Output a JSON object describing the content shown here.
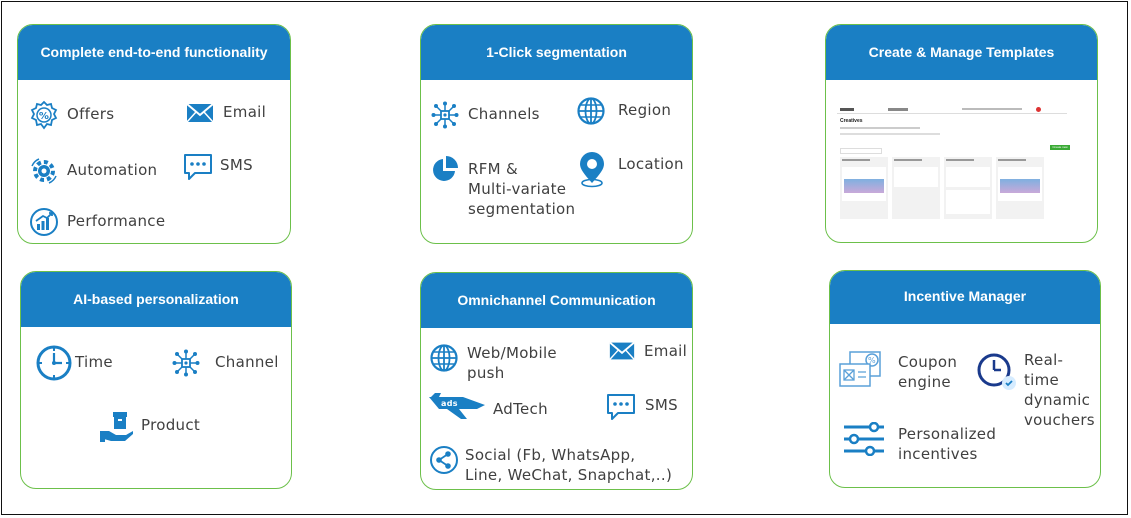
{
  "colors": {
    "accent": "#1a7fc4",
    "border": "#6cc04a",
    "text": "#404040"
  },
  "cards": {
    "functionality": {
      "title": "Complete end-to-end functionality",
      "items": [
        {
          "label": "Offers",
          "icon": "percent-badge-icon"
        },
        {
          "label": "Email",
          "icon": "envelope-icon"
        },
        {
          "label": "Automation",
          "icon": "gear-icon"
        },
        {
          "label": "SMS",
          "icon": "chat-bubble-icon"
        },
        {
          "label": "Performance",
          "icon": "growth-chart-icon"
        }
      ]
    },
    "segmentation": {
      "title": "1-Click segmentation",
      "items": [
        {
          "label": "Channels",
          "icon": "network-icon"
        },
        {
          "label": "Region",
          "icon": "globe-icon"
        },
        {
          "label": "RFM &\nMulti-variate\nsegmentation",
          "icon": "pie-chart-icon"
        },
        {
          "label": "Location",
          "icon": "map-pin-icon"
        }
      ]
    },
    "templates": {
      "title": "Create & Manage Templates",
      "screenshot": {
        "page_title": "Creatives",
        "button": "Create new"
      }
    },
    "personalization": {
      "title": "AI-based personalization",
      "items": [
        {
          "label": "Time",
          "icon": "clock-icon"
        },
        {
          "label": "Channel",
          "icon": "network-icon"
        },
        {
          "label": "Product",
          "icon": "box-in-hand-icon"
        }
      ]
    },
    "omnichannel": {
      "title": "Omnichannel Communication",
      "items": [
        {
          "label": "Web/Mobile\npush",
          "icon": "globe-icon"
        },
        {
          "label": "Email",
          "icon": "envelope-icon"
        },
        {
          "label": "AdTech",
          "icon": "ads-plane-icon",
          "badge": "ads"
        },
        {
          "label": "SMS",
          "icon": "chat-bubble-icon"
        },
        {
          "label": "Social (Fb, WhatsApp,\nLine, WeChat, Snapchat,..)",
          "icon": "share-icon"
        }
      ]
    },
    "incentive": {
      "title": "Incentive Manager",
      "items": [
        {
          "label": "Coupon\nengine",
          "icon": "coupon-icon"
        },
        {
          "label": "Real-\ntime\ndynamic\nvouchers",
          "icon": "timer-icon"
        },
        {
          "label": "Personalized\nincentives",
          "icon": "sliders-icon"
        }
      ]
    }
  }
}
